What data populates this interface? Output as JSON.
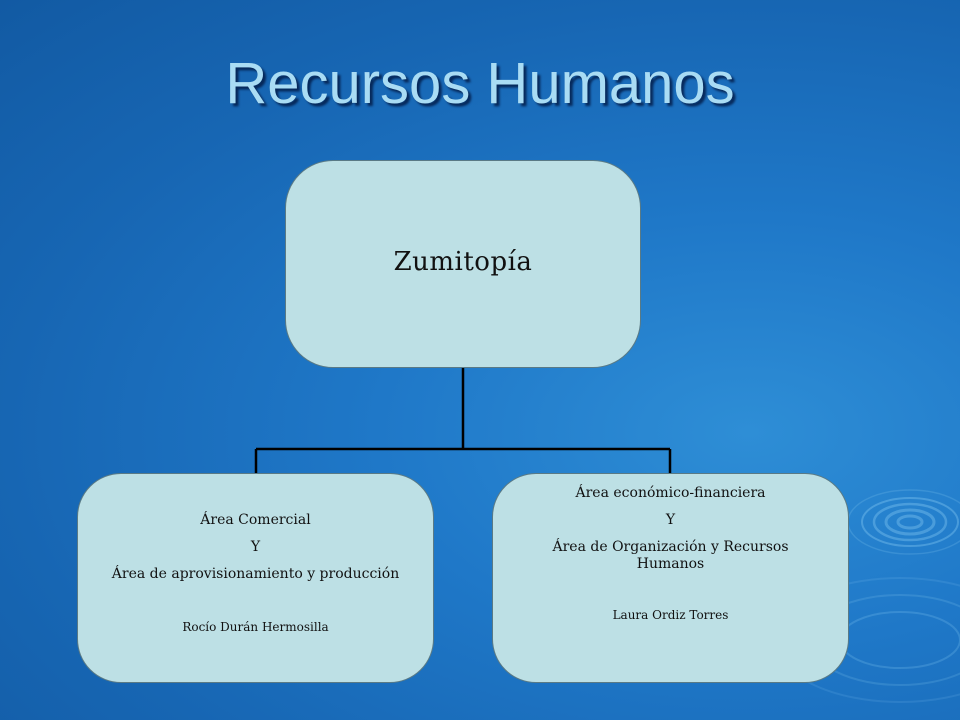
{
  "title": "Recursos Humanos",
  "org_chart": {
    "root": {
      "label": "Zumitopía"
    },
    "children": [
      {
        "area_1": "Área Comercial",
        "connector": "Y",
        "area_2": "Área de aprovisionamiento y producción",
        "person": "Rocío Durán Hermosilla"
      },
      {
        "area_1": "Área económico-financiera",
        "connector": "Y",
        "area_2_line1": "Área de Organización y Recursos",
        "area_2_line2": "Humanos",
        "person": "Laura Ordiz Torres"
      }
    ]
  },
  "colors": {
    "background": "#1f78c8",
    "box_fill": "#bde0e5",
    "title_text": "#a9dcf4",
    "connector_line": "#000000"
  }
}
